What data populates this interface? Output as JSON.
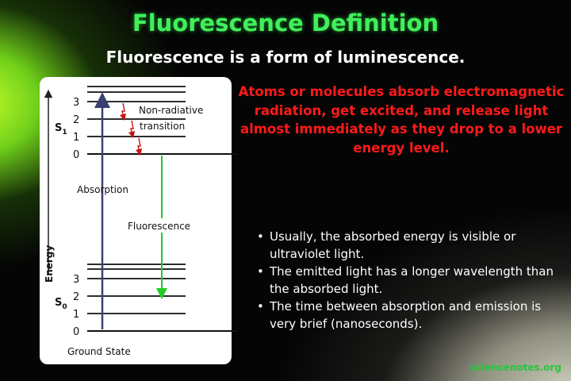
{
  "title": "Fluorescence Definition",
  "subtitle": "Fluorescence is a form of luminescence.",
  "diagram": {
    "energy_axis_label": "Energy",
    "s1_label": "S",
    "s1_sub": "1",
    "s0_label": "S",
    "s0_sub": "0",
    "s1_levels": [
      "3",
      "2",
      "1",
      "0"
    ],
    "s0_levels": [
      "3",
      "2",
      "1",
      "0"
    ],
    "nonradiative_line1": "Non-radiative",
    "nonradiative_line2": "transition",
    "absorption_label": "Absorption",
    "fluorescence_label": "Fluorescence",
    "ground_state_label": "Ground State",
    "colors": {
      "absorption_arrow": "#3a4170",
      "fluorescence_arrow": "#22cc22",
      "nonradiative_arrow": "#cc1111"
    }
  },
  "definition": "Atoms or molecules absorb electromagnetic radiation, get excited, and release light almost immediately as they drop to a lower energy level.",
  "bullets": [
    "Usually, the absorbed energy is visible or ultraviolet light.",
    "The emitted light has a longer wavelength than the absorbed light.",
    "The time between absorption and emission is very brief (nanoseconds)."
  ],
  "bullet_glyph": "•",
  "source": "sciencenotes.org",
  "colors": {
    "title": "#3ff05a",
    "definition": "#ff1a1a",
    "source": "#22c83a"
  }
}
